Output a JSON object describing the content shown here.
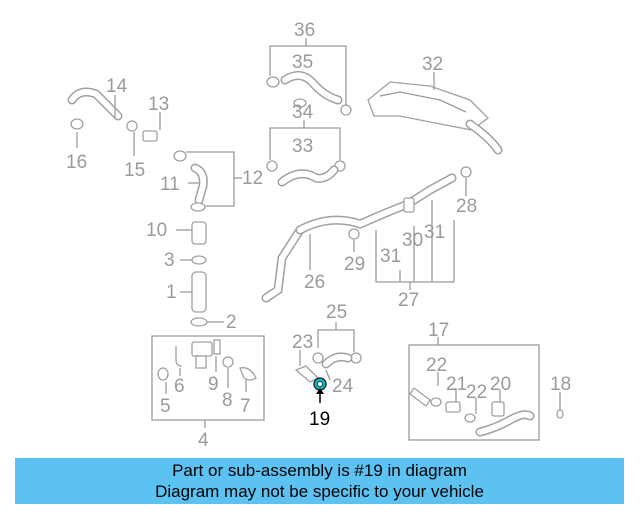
{
  "diagram": {
    "highlighted_part": "19",
    "highlight_color": "#00bcd4",
    "callouts": [
      "1",
      "2",
      "3",
      "4",
      "5",
      "6",
      "7",
      "8",
      "9",
      "10",
      "11",
      "12",
      "13",
      "14",
      "15",
      "16",
      "17",
      "18",
      "19",
      "20",
      "21",
      "22",
      "22",
      "23",
      "24",
      "25",
      "26",
      "27",
      "28",
      "29",
      "30",
      "31",
      "31",
      "32",
      "33",
      "34",
      "35",
      "36"
    ]
  },
  "banner": {
    "line1": "Part or sub-assembly is #19 in diagram",
    "line2": "Diagram may not be specific to your vehicle",
    "color": "#5cc2f2"
  }
}
